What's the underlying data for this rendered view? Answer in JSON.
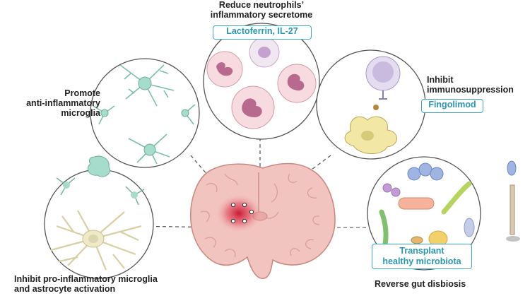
{
  "panels": {
    "neutrophils": {
      "title_l1": "Reduce neutrophils’",
      "title_l2": "inflammatory secretome",
      "box": "Lactoferrin, IL-27"
    },
    "immunosuppression": {
      "title_l1": "Inhibit",
      "title_l2": "immunosuppression",
      "box": "Fingolimod"
    },
    "microglia": {
      "title_l1": "Promote",
      "title_l2": "anti-inflammatory",
      "title_l3": "microglia"
    },
    "proinflammatory": {
      "title_l1": "Inhibit pro-inflammatory microglia",
      "title_l2": "and astrocyte activation"
    },
    "gut": {
      "box_l1": "Transplant",
      "box_l2": "healthy microbiota",
      "title": "Reverse gut disbiosis"
    }
  },
  "colors": {
    "accent": "#3fa7bd",
    "accent_text": "#2a97b1",
    "brain": "#f2c4c0",
    "lesion": "#d8202a",
    "microglia": "#9fd6c6"
  }
}
